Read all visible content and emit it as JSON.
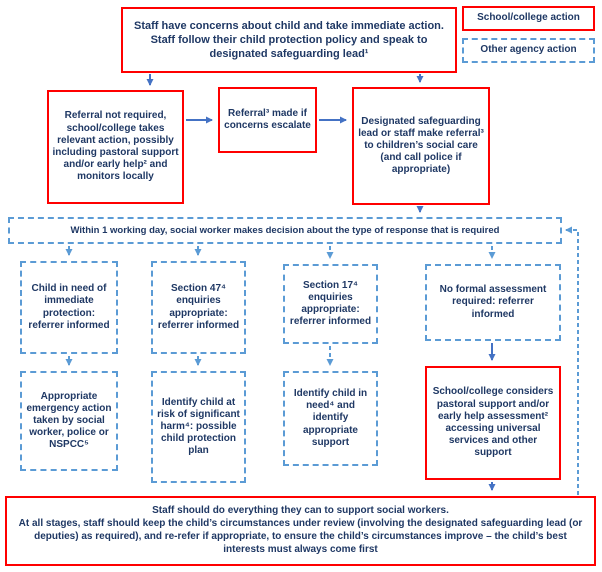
{
  "colors": {
    "red": "#FF0000",
    "blue": "#5B9BD5",
    "arrow": "#4472C4",
    "text": "#1F3864"
  },
  "legend": {
    "school": "School/college action",
    "agency": "Other agency action"
  },
  "nodes": {
    "top": "Staff have concerns about child and take immediate action. Staff follow their child protection policy and speak to designated safeguarding lead¹",
    "referral_not_required": "Referral not required, school/college takes relevant action, possibly including pastoral support and/or early help² and monitors locally",
    "referral_made": "Referral³ made if concerns escalate",
    "dsl_referral": "Designated safeguarding lead or staff make referral³ to children’s social care (and call police if appropriate)",
    "decision": "Within 1 working day, social worker makes decision about the type of response that is required",
    "immediate_protection": "Child in need of immediate protection: referrer informed",
    "section_47": "Section 47⁴ enquiries appropriate: referrer informed",
    "section_17": "Section 17⁴ enquiries appropriate: referrer informed",
    "no_assessment": "No formal assessment required: referrer informed",
    "emergency_action": "Appropriate emergency action taken by social worker, police or NSPCC⁵",
    "significant_harm": "Identify child at risk of significant harm⁴: possible child protection plan",
    "child_in_need": "Identify child in need⁴ and identify appropriate support",
    "pastoral_support": "School/college considers pastoral support and/or early help assessment² accessing universal services and other support",
    "footer_bold": "Staff should do everything they can to support social workers.",
    "footer_rest": "At all stages, staff should keep the child’s circumstances under review (involving the designated safeguarding lead (or deputies) as required), and re-refer if appropriate, to ensure the child’s circumstances improve – the child’s best interests must always come first"
  }
}
